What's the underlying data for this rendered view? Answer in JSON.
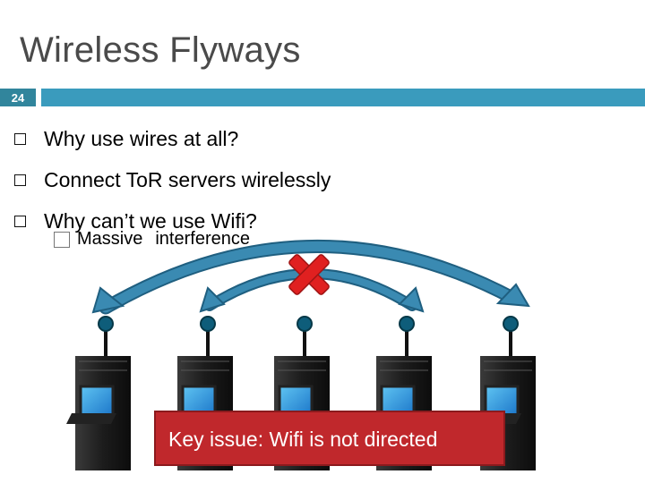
{
  "slide": {
    "title": "Wireless Flyways",
    "number": "24"
  },
  "bullets": [
    "Why use wires at all?",
    "Connect To​R servers wirelessly",
    "Why can’t we use Wifi?"
  ],
  "sub_bullet": {
    "lead": "Massive",
    "rest": "interference"
  },
  "callout": {
    "text": "Key issue: Wifi is not directed"
  },
  "colors": {
    "accent": "#3a9bbd",
    "arrow": "#3a8ab2",
    "error": "#e02020",
    "callout_bg": "#c0282c"
  },
  "icons": {
    "bullet": "hollow-square-icon",
    "cross": "red-x-icon",
    "server": "server-rack-icon",
    "antenna": "antenna-icon"
  }
}
